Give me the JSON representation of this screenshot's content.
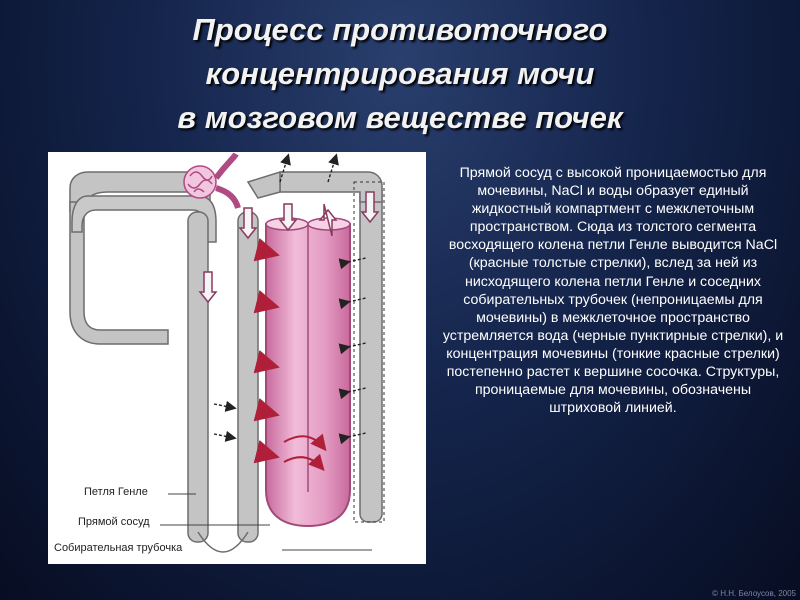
{
  "slide": {
    "title_lines": [
      "Процесс противоточного",
      "концентрирования мочи",
      "в мозговом веществе почек"
    ],
    "caption": "Прямой сосуд с высокой проницаемостью для мочевины, NaCl и воды образует единый жидкостный компартмент с межклеточным пространством. Сюда из толстого сегмента восходящего колена петли Генле выводится NaCl (красные толстые стрелки), вслед за ней из нисходящего колена петли Генле и соседних собирательных трубочек (непроницаемы для мочевины) в межклеточное пространство устремляется вода (черные пунктирные стрелки), и концентрация мочевины (тонкие красные стрелки) постепенно растет к вершине сосочка. Структуры, проницаемые для мочевины, обозначены штриховой линией.",
    "credit": "© Н.Н. Белоусов, 2005"
  },
  "diagram": {
    "labels": {
      "loop_henle": "Петля Генле",
      "vasa_recta": "Прямой сосуд",
      "collecting_duct": "Собирательная трубочка"
    },
    "colors": {
      "tubule_fill": "#c4c4c4",
      "tubule_stroke": "#6d6d6d",
      "vessel_fill": "#e9a4c9",
      "vessel_stroke": "#a14a78",
      "arrow_red": "#b01f3a",
      "figure_bg": "#ffffff"
    }
  }
}
